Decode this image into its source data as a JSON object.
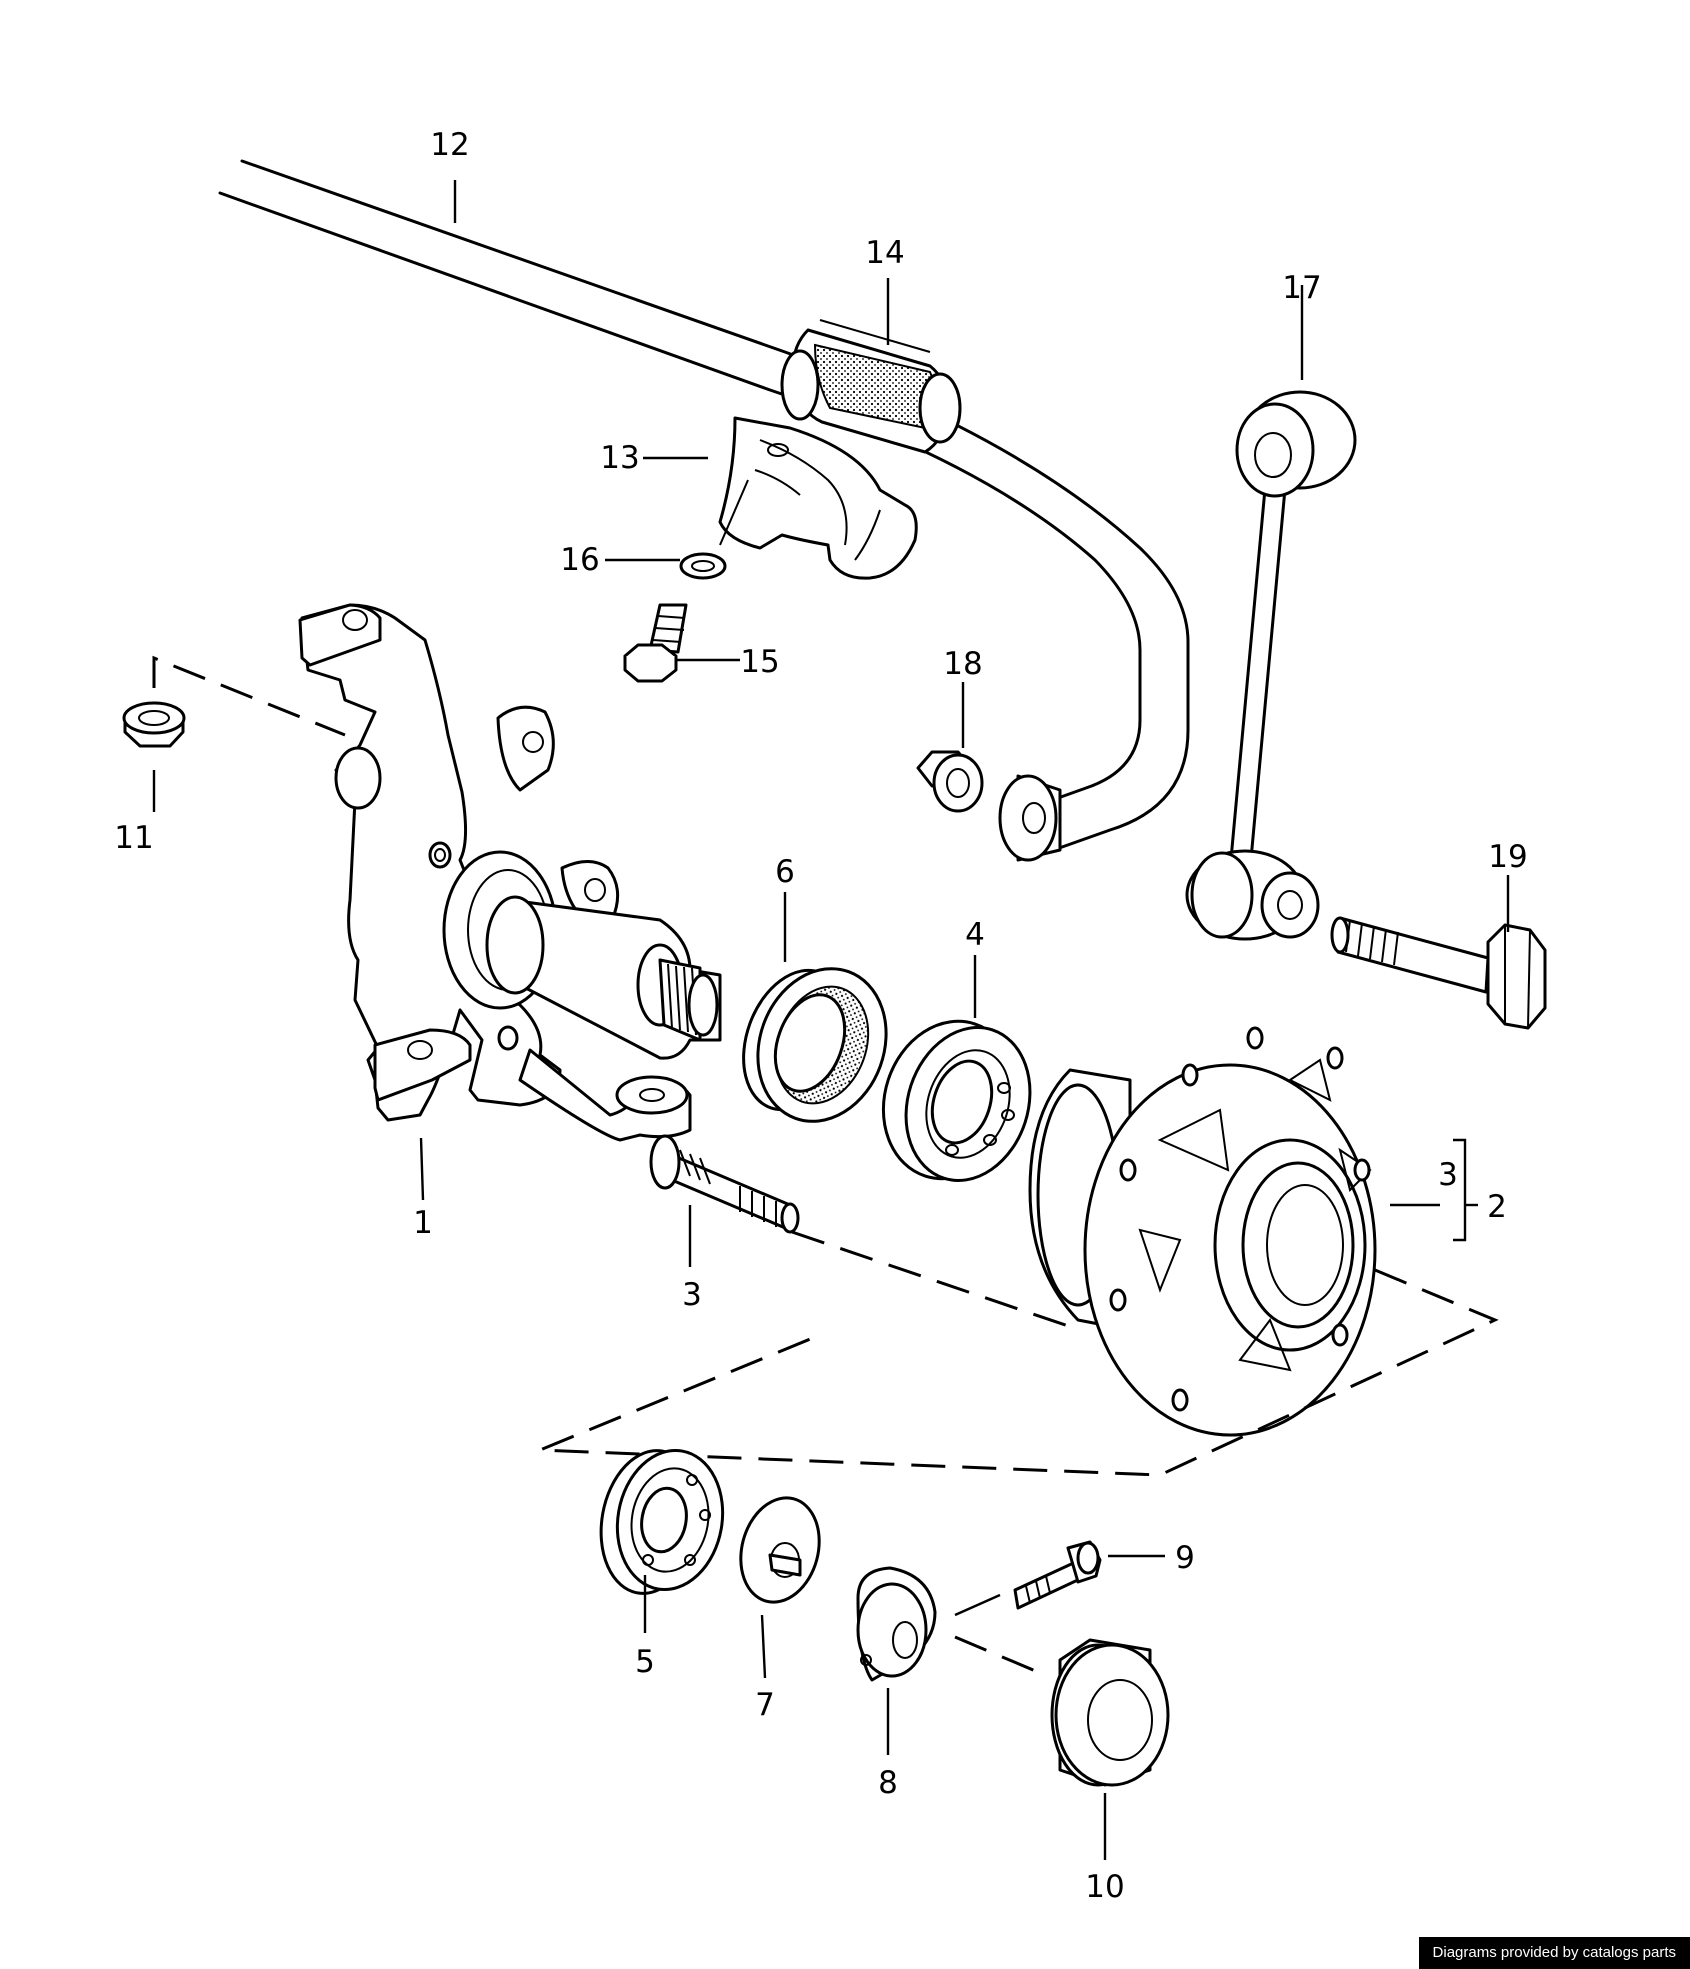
{
  "diagram": {
    "callouts": {
      "c1": "1",
      "c2": "2",
      "c3a": "3",
      "c3b": "3",
      "c4": "4",
      "c5": "5",
      "c6": "6",
      "c7": "7",
      "c8": "8",
      "c9": "9",
      "c10": "10",
      "c11": "11",
      "c12": "12",
      "c13": "13",
      "c14": "14",
      "c15": "15",
      "c16": "16",
      "c17": "17",
      "c18": "18",
      "c19": "19"
    }
  },
  "footer": {
    "credit": "Diagrams provided by catalogs parts"
  }
}
